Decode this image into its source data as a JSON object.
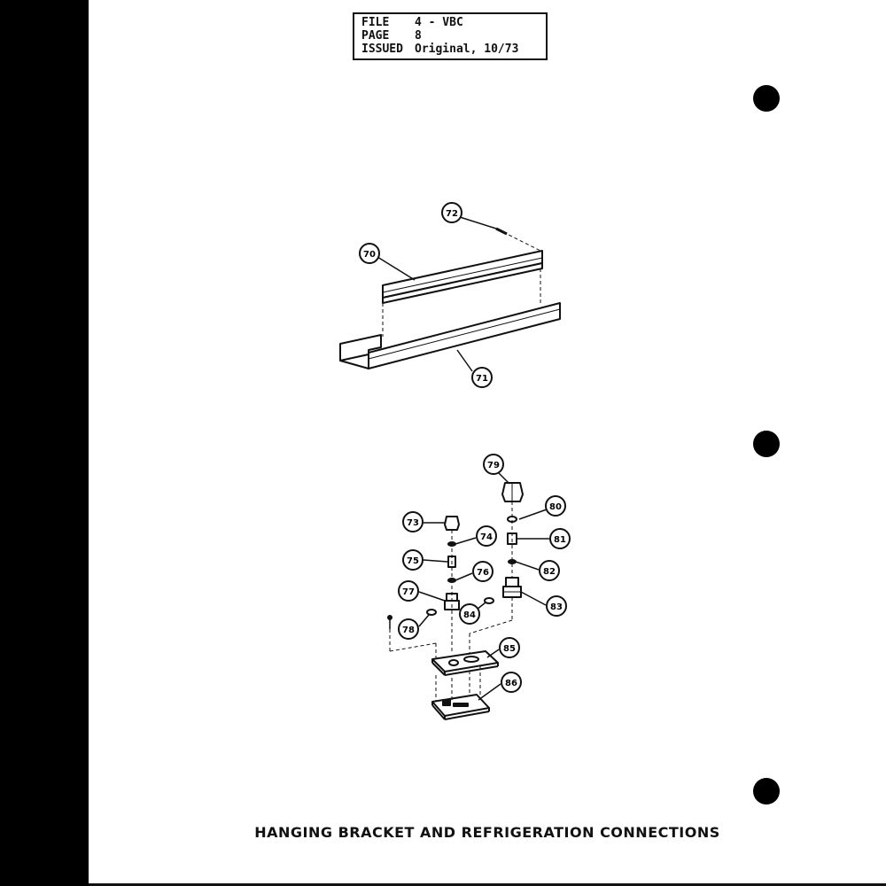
{
  "header": {
    "file_label": "FILE",
    "file_value": "4 - VBC",
    "page_label": "PAGE",
    "page_value": "8",
    "issued_label": "ISSUED",
    "issued_value": "Original, 10/73"
  },
  "caption": "HANGING BRACKET AND REFRIGERATION CONNECTIONS",
  "callouts": [
    "72",
    "70",
    "71",
    "79",
    "80",
    "73",
    "74",
    "81",
    "75",
    "76",
    "82",
    "77",
    "83",
    "84",
    "78",
    "85",
    "86"
  ]
}
